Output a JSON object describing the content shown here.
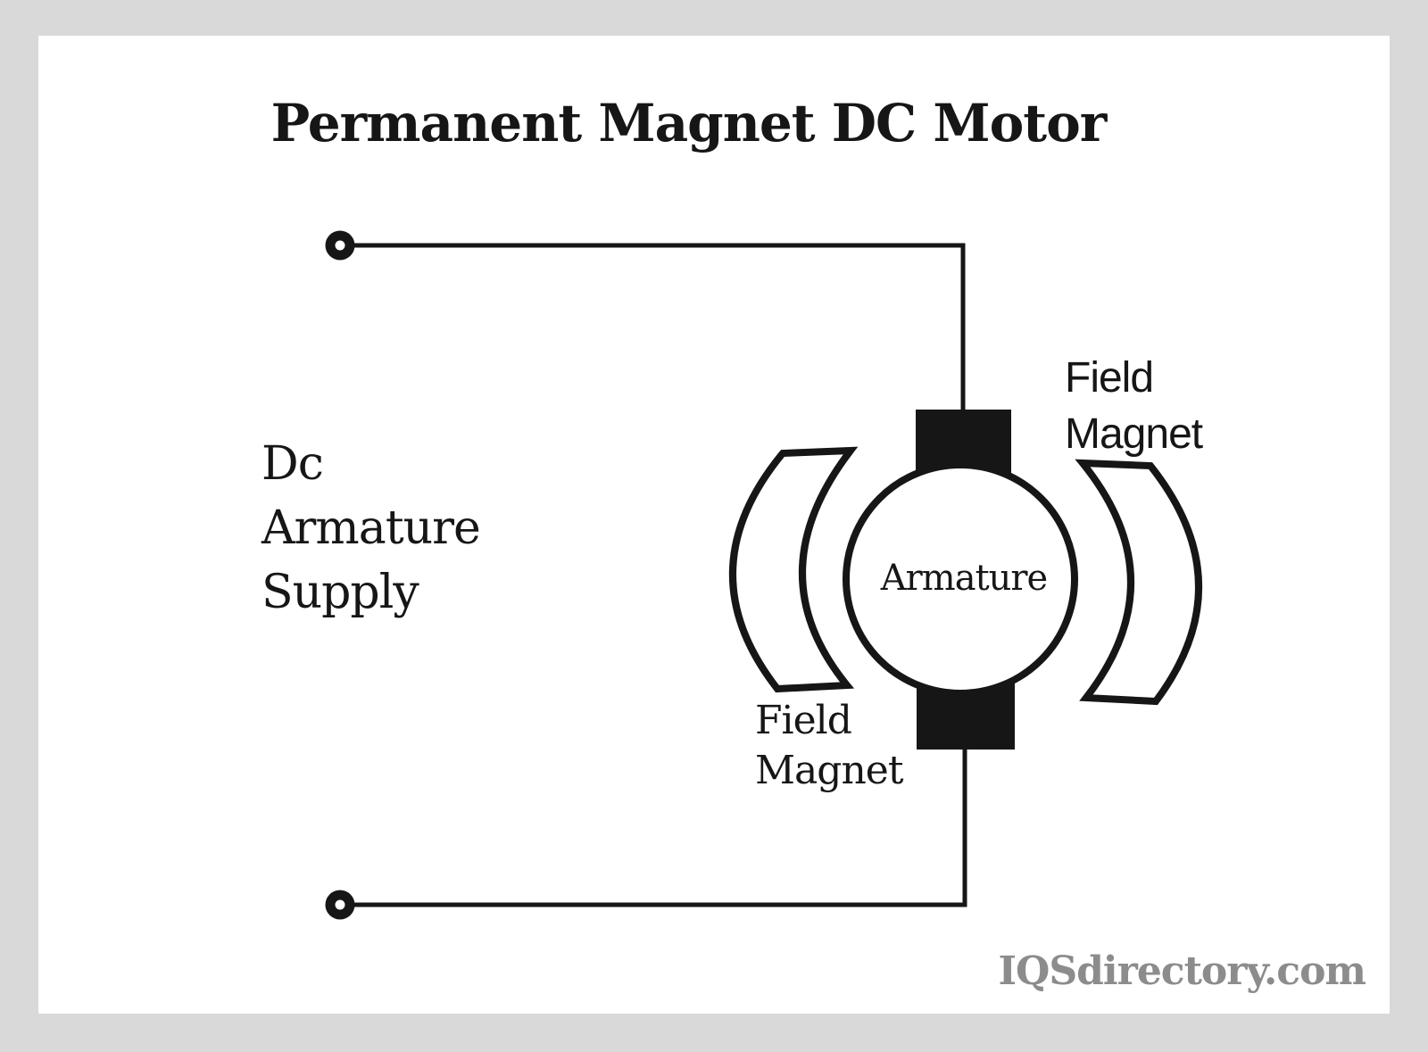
{
  "title": "Permanent Magnet DC Motor",
  "diagram": {
    "supply_lines": [
      "Dc",
      "Armature",
      "Supply"
    ],
    "armature_label": "Armature",
    "field_magnet_top_lines": [
      "Field",
      "Magnet"
    ],
    "field_magnet_bottom_lines": [
      "Field",
      "Magnet"
    ]
  },
  "watermark": "IQSdirectory.com",
  "colors": {
    "ink": "#161616",
    "canvas": "#ffffff",
    "frame": "#d9d9d9",
    "watermark": "#8c8c8c"
  }
}
